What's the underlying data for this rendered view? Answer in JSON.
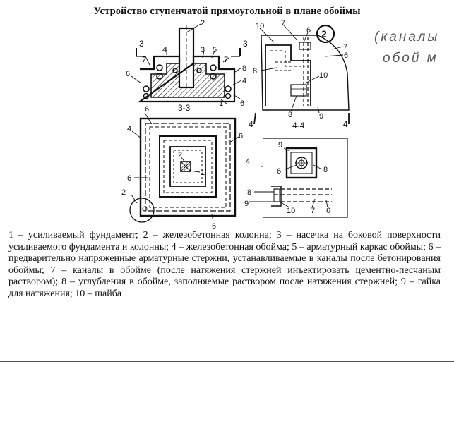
{
  "title": "Устройство ступенчатой прямоугольной в плане обоймы",
  "figure": {
    "circled_number": "2",
    "handwritten_note_line1": "(каналы",
    "handwritten_note_line2": "обой м",
    "section_labels": {
      "section_33": "3-3",
      "section_44": "4-4",
      "mark_3_left": "3",
      "mark_3_right": "3",
      "mark_4_left": "4",
      "mark_4_right": "4"
    },
    "callouts": {
      "c1": "1",
      "c2": "2",
      "c3": "3",
      "c4": "4",
      "c5": "5",
      "c6": "6",
      "c7": "7",
      "c8": "8",
      "c9": "9",
      "c10": "10"
    }
  },
  "legend": "1 – усиливаемый фундамент; 2 – железобетонная колонна; 3 – насечка на боковой поверхности усиливаемого фундамента и колонны; 4 – железобетонная обойма; 5 – арматурный каркас обоймы; 6 – предварительно напряженные арматурные стержни, устанавливаемые в каналы после бетонирования обоймы; 7 – каналы в обойме (после натяжения стержней инъектировать цементно-песчаным раствором); 8 – углубления в обойме, заполняемые раствором после натяжения стержней; 9 – гайка для натяжения; 10 – шайба"
}
